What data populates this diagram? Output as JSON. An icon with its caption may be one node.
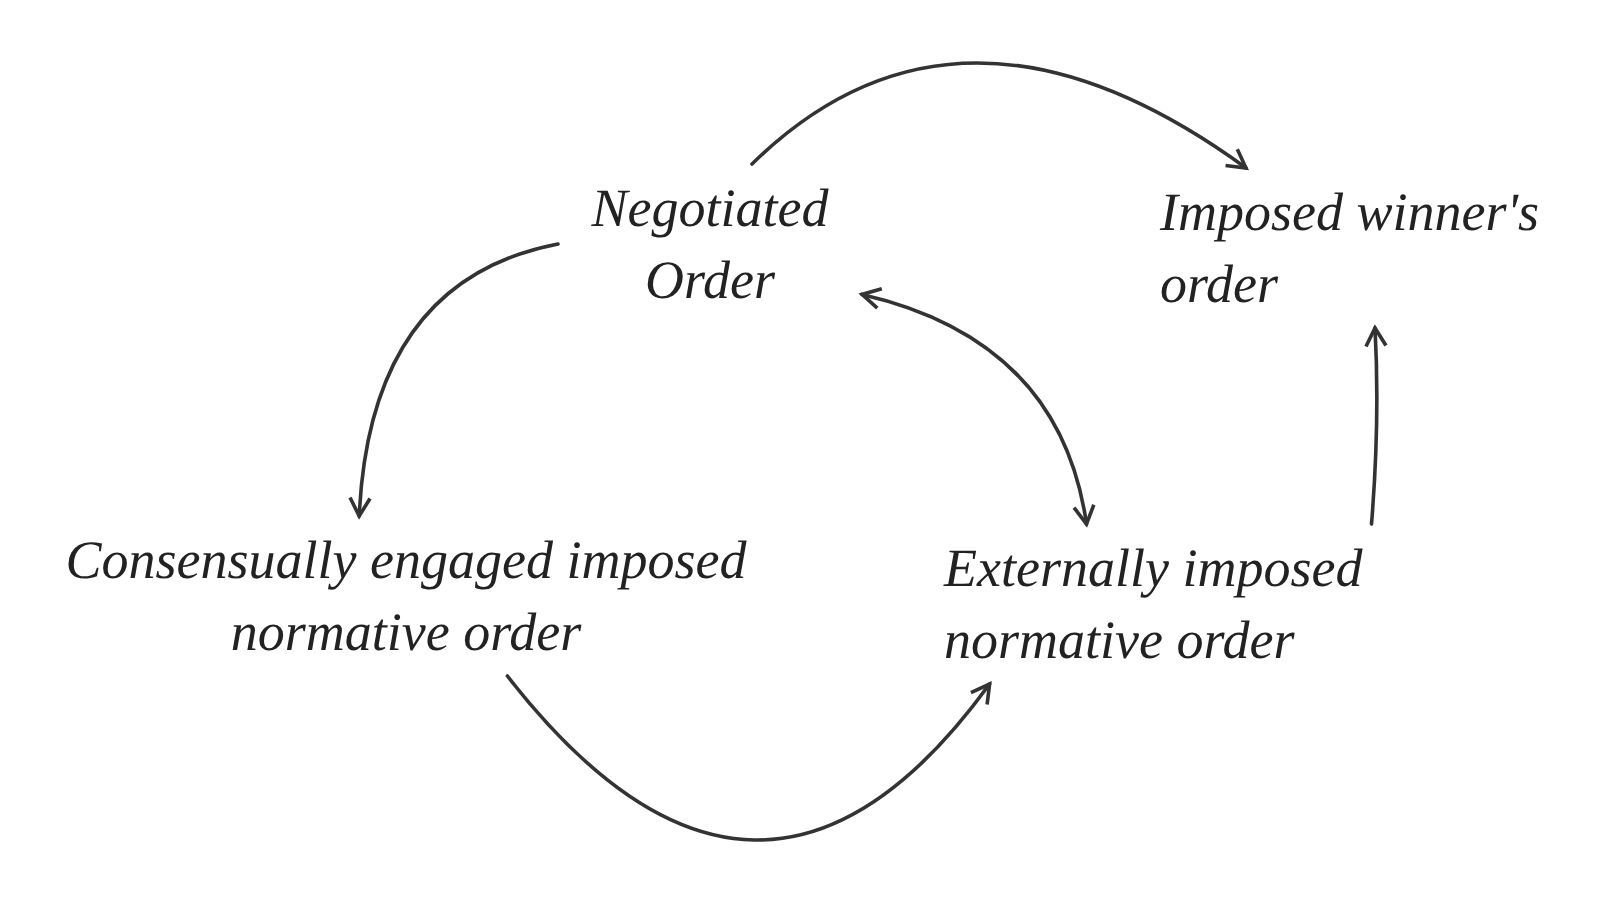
{
  "diagram": {
    "nodes": [
      {
        "text": [
          "Negotiated Order"
        ]
      },
      {
        "text": [
          "Imposed winner's order"
        ]
      },
      {
        "text": [
          "Consensually engaged imposed normative order"
        ]
      },
      {
        "text": [
          "Externally imposed normative order"
        ]
      }
    ],
    "edges": [
      {
        "from": 0,
        "to": 1,
        "arrow": "to"
      },
      {
        "from": 0,
        "to": 2,
        "arrow": "to"
      },
      {
        "from": 0,
        "to": 3,
        "arrow": "both"
      },
      {
        "from": 3,
        "to": 1,
        "arrow": "to"
      },
      {
        "from": 2,
        "to": 3,
        "arrow": "to"
      }
    ]
  }
}
